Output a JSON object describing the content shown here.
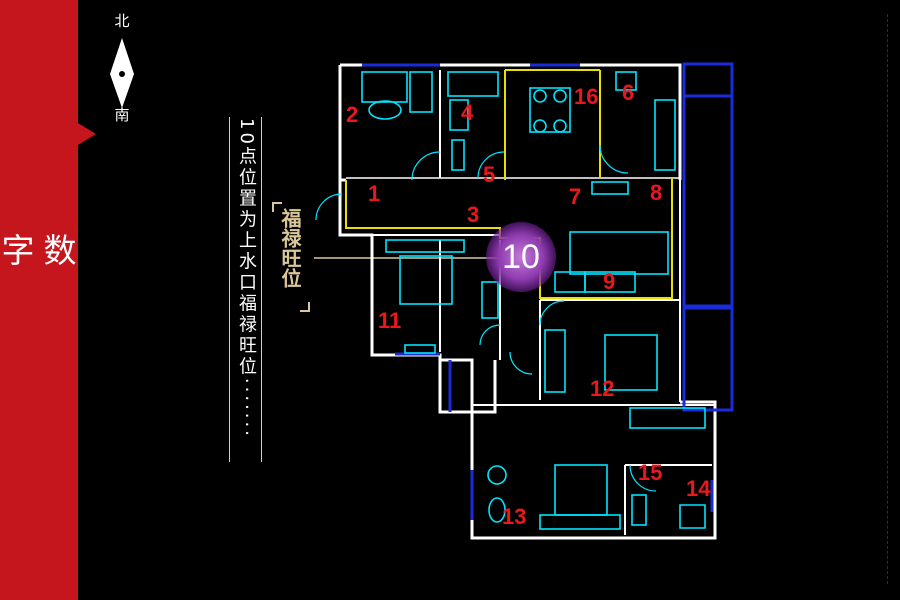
{
  "sidebar": {
    "title_chars": [
      "数",
      "字",
      "为",
      "国",
      "学",
      "布",
      "局",
      "位",
      "置",
      "三"
    ]
  },
  "compass": {
    "north": "北",
    "south": "南"
  },
  "note": "10点位置为上水口福禄旺位·······",
  "callout": {
    "label": "福禄旺位"
  },
  "highlight": {
    "number": "10"
  },
  "room_numbers": [
    "1",
    "2",
    "3",
    "4",
    "5",
    "6",
    "7",
    "8",
    "9",
    "11",
    "12",
    "13",
    "14",
    "15",
    "16"
  ],
  "colors": {
    "sidebar": "#c4161c",
    "marker": "#e8181c",
    "wall": "#ffffff",
    "cad_cyan": "#00e5ff",
    "window_blue": "#1a2bd8",
    "zone_yellow": "#e8e000"
  }
}
